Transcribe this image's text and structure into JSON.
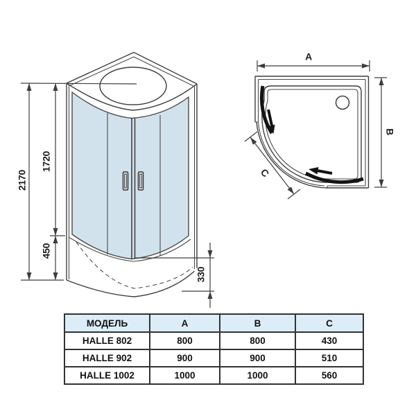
{
  "front_view": {
    "dim_total_height": "2170",
    "dim_door_height": "1720",
    "dim_tray_height": "450",
    "dim_tray_depth": "330"
  },
  "top_view": {
    "dim_width_label": "A",
    "dim_depth_label": "B",
    "dim_radius_label": "C"
  },
  "table": {
    "headers": [
      "МОДЕЛЬ",
      "A",
      "B",
      "C"
    ],
    "rows": [
      {
        "model": "HALLE 802",
        "a": "800",
        "b": "800",
        "c": "430"
      },
      {
        "model": "HALLE 902",
        "a": "900",
        "b": "900",
        "c": "510"
      },
      {
        "model": "HALLE 1002",
        "a": "1000",
        "b": "1000",
        "c": "560"
      }
    ]
  },
  "colors": {
    "glass": "#d2e2ec",
    "line": "#3d3d3d",
    "table_header_bg": "#dcedf7"
  }
}
